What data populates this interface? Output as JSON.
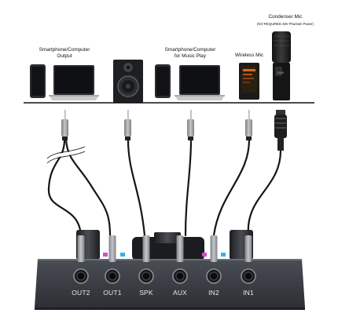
{
  "labels": {
    "output_group": "Smartphone/Computer\nOutput",
    "music_group": "Smartphone/Computer\nfor Music Play",
    "wireless_mic": "Wireless Mic",
    "condenser_mic_title": "Condenser Mic",
    "condenser_mic_note": "(NO REQUIRED 48V Phantom Power)"
  },
  "ports": [
    "OUT2",
    "OUT1",
    "SPK",
    "AUX",
    "IN2",
    "IN1"
  ],
  "mic_brand": "DXX",
  "colors": {
    "device": "#3a3d42",
    "panel": "#2f3237",
    "cable": "#1a1a1a",
    "plug": "#9a9ea3"
  }
}
